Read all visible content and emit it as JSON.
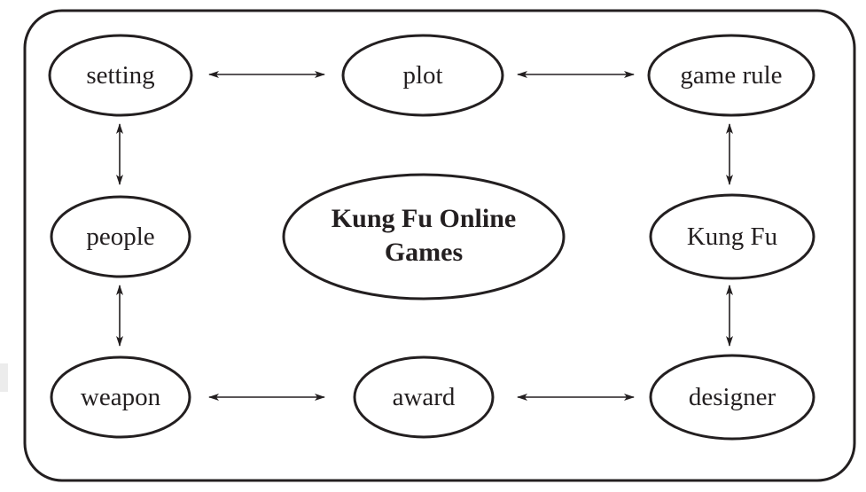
{
  "diagram": {
    "center": {
      "line1": "Kung Fu Online",
      "line2": "Games"
    },
    "nodes": {
      "setting": "setting",
      "plot": "plot",
      "game_rule": "game rule",
      "people": "people",
      "kung_fu": "Kung Fu",
      "weapon": "weapon",
      "award": "award",
      "designer": "designer"
    },
    "edges": [
      {
        "from": "setting",
        "to": "plot",
        "directed": "both"
      },
      {
        "from": "plot",
        "to": "game rule",
        "directed": "both"
      },
      {
        "from": "setting",
        "to": "people",
        "directed": "both"
      },
      {
        "from": "people",
        "to": "weapon",
        "directed": "both"
      },
      {
        "from": "weapon",
        "to": "award",
        "directed": "both"
      },
      {
        "from": "award",
        "to": "designer",
        "directed": "both"
      },
      {
        "from": "game rule",
        "to": "Kung Fu",
        "directed": "both"
      },
      {
        "from": "Kung Fu",
        "to": "designer",
        "directed": "both"
      }
    ]
  }
}
